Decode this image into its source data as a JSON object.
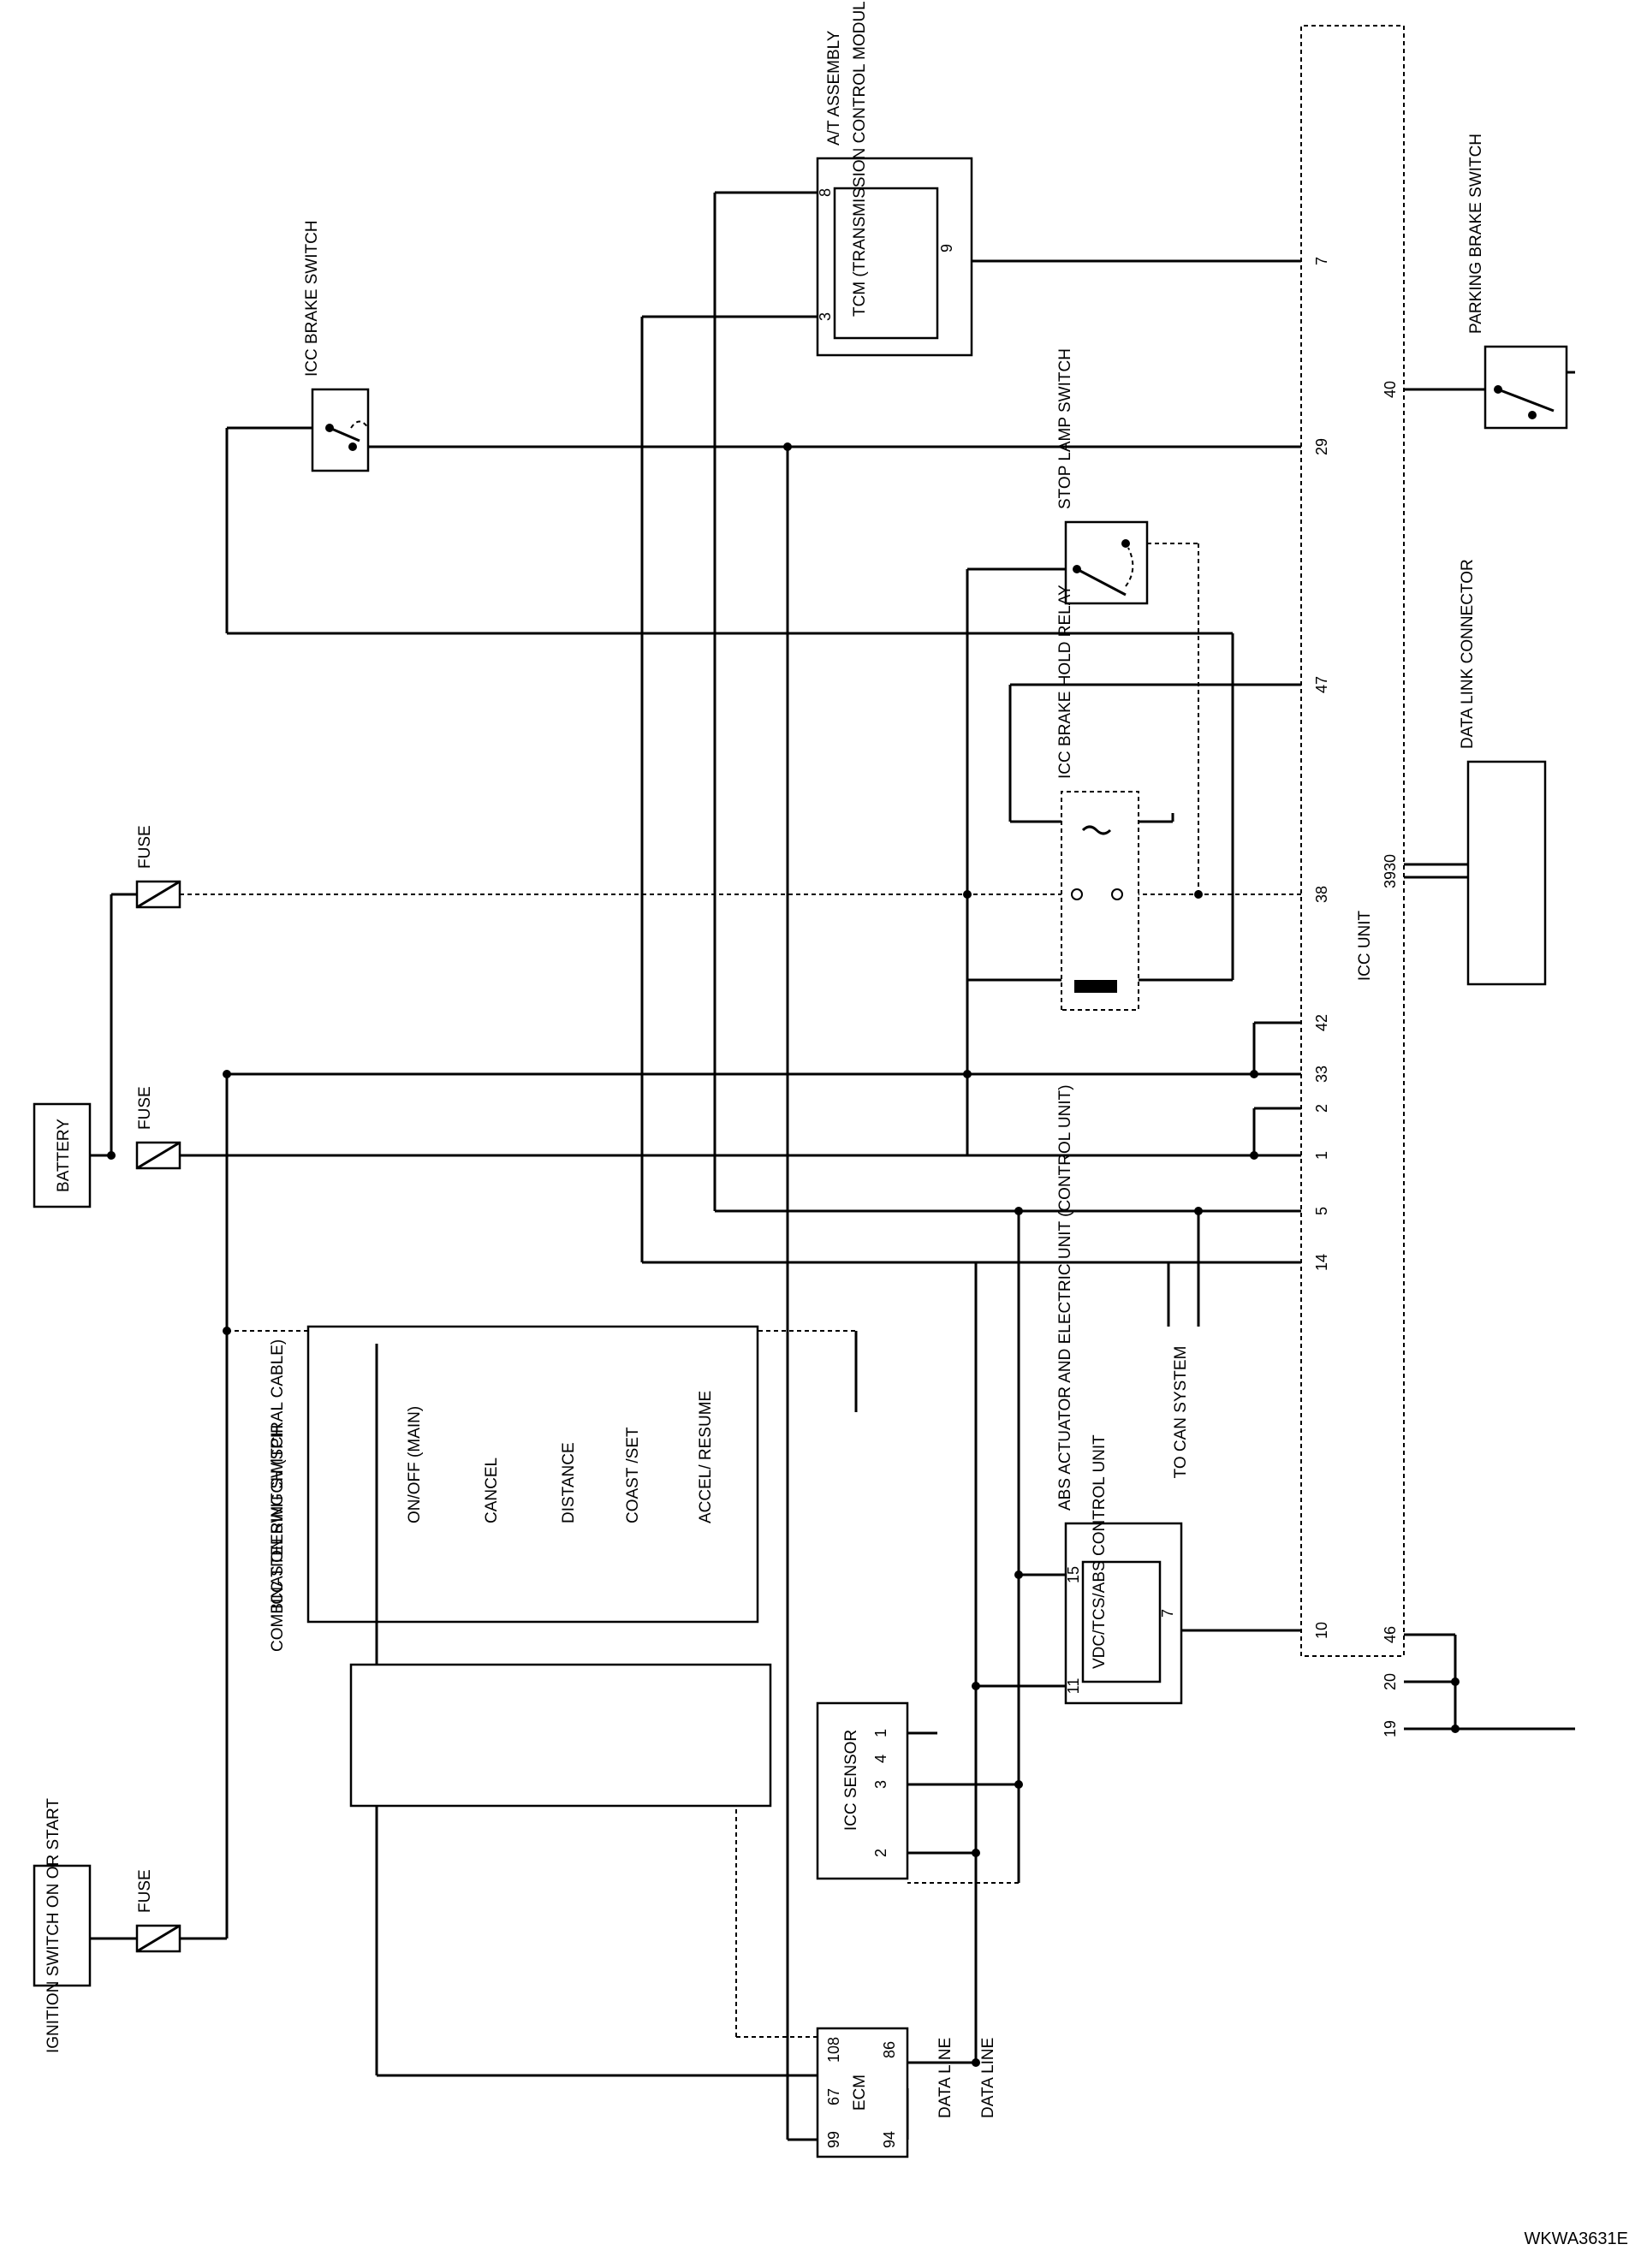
{
  "components": {
    "battery": "BATTERY",
    "fuse": "FUSE",
    "ignition_switch": "IGNITION SWITCH ON OR START",
    "icc_unit": "ICC UNIT",
    "at_assembly": "A/T ASSEMBLY",
    "tcm": "TCM (TRANSMISSION CONTROL MODULE)",
    "icc_brake_switch": "ICC BRAKE SWITCH",
    "parking_brake_switch": "PARKING BRAKE SWITCH",
    "stop_lamp_switch": "STOP LAMP SWITCH",
    "icc_brake_hold_relay": "ICC BRAKE HOLD RELAY",
    "data_link_connector": "DATA LINK CONNECTOR",
    "icc_steering_switch": "ICC STEERING SWITCH",
    "combination_switch": "COMBINATION SWITCH (SPIRAL CABLE)",
    "icc_sensor": "ICC SENSOR",
    "ecm": "ECM",
    "abs_actuator": "ABS ACTUATOR AND ELECTRIC UNIT (CONTROL UNIT)",
    "vdc_control_unit": "VDC/TCS/ABS CONTROL UNIT",
    "to_can_system": "TO CAN SYSTEM",
    "data_line": "DATA LINE"
  },
  "steering_switch_positions": [
    "ON/OFF (MAIN)",
    "CANCEL",
    "DISTANCE",
    "COAST /SET",
    "ACCEL/ RESUME"
  ],
  "icc_unit_pins": [
    "7",
    "29",
    "47",
    "38",
    "42",
    "33",
    "2",
    "1",
    "5",
    "14",
    "10",
    "40",
    "3930",
    "46",
    "20",
    "19"
  ],
  "tcm_pins": [
    "8",
    "3",
    "9"
  ],
  "ecm_pins": [
    "108",
    "86",
    "67",
    "99",
    "94"
  ],
  "icc_sensor_pins": [
    "1",
    "4",
    "3",
    "2"
  ],
  "abs_pins": [
    "15",
    "11",
    "7"
  ],
  "diagram_code": "WKWA3631E"
}
